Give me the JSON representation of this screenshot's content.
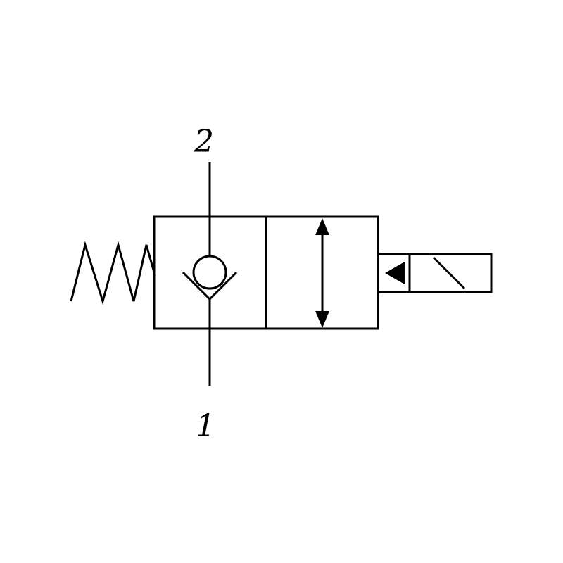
{
  "diagram": {
    "ports": {
      "top": "2",
      "bottom": "1"
    },
    "symbol": "solenoid-operated-2-position-valve-with-check-valve-and-spring-return",
    "colors": {
      "stroke": "#000000",
      "background": "#ffffff"
    }
  }
}
